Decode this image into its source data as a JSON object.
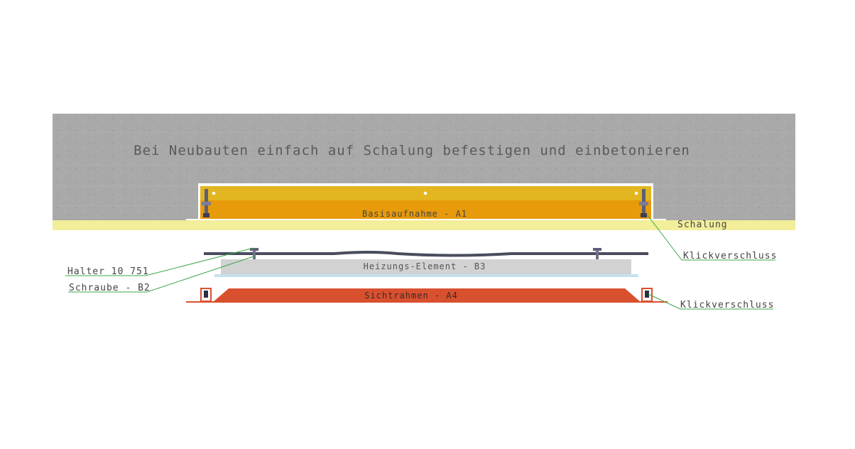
{
  "concrete_note": "Bei Neubauten einfach auf Schalung befestigen und einbetonieren",
  "parts": {
    "base": "Basisaufnahme - A1",
    "formwork": "Schalung",
    "heater": "Heizungs-Element - B3",
    "frame": "Sichtrahmen - A4"
  },
  "callouts": {
    "click_lock_top": "Klickverschluss",
    "holder": "Halter 10 751",
    "screw": "Schraube - B2",
    "click_lock_bottom": "Klickverschluss"
  },
  "colors": {
    "concrete": "#a9a9a9",
    "formwork": "#f2ee9a",
    "base_top": "#e3b520",
    "base_bottom": "#e79a0a",
    "heater": "#d2d2d2",
    "frame": "#d9502f",
    "leader": "#3aa845",
    "label_text": "#444444"
  }
}
